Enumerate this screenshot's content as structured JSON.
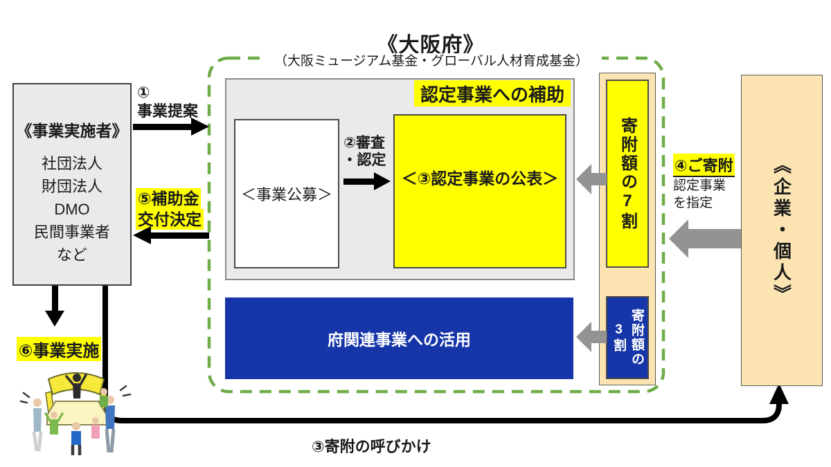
{
  "header": {
    "title": "《大阪府》",
    "subtitle": "（大阪ミュージアム基金・グローバル人材育成基金）"
  },
  "implementer": {
    "title": "《事業実施者》",
    "items": [
      "社団法人",
      "財団法人",
      "DMO",
      "民間事業者",
      "など"
    ]
  },
  "process": {
    "hojo_header": "認定事業への補助",
    "koubo_box": "＜事業公募＞",
    "publish_box": "＜③認定事業の公表＞",
    "use_box": "府関連事業への活用"
  },
  "donation": {
    "seventy": "寄附額の7割",
    "thirty": "寄附額の3割"
  },
  "donor": {
    "title": "《企業・個人》"
  },
  "steps": {
    "step1_num": "①",
    "step1_label": "事業提案",
    "step2_line1": "②審査",
    "step2_line2": "・認定",
    "step4_label": "④ご寄附",
    "step4_sub1": "認定事業",
    "step4_sub2": "を指定",
    "step5_line1": "⑤補助金",
    "step5_line2": "交付決定",
    "step6_label": "⑥事業実施",
    "call_label": "③寄附の呼びかけ"
  },
  "colors": {
    "highlight_yellow": "#FFFF00",
    "deep_blue": "#1635A8",
    "cream": "#FBE4B2",
    "frame_green": "#6FAD49",
    "arrow_gray": "#939393",
    "box_gray": "#EAEAEA"
  }
}
